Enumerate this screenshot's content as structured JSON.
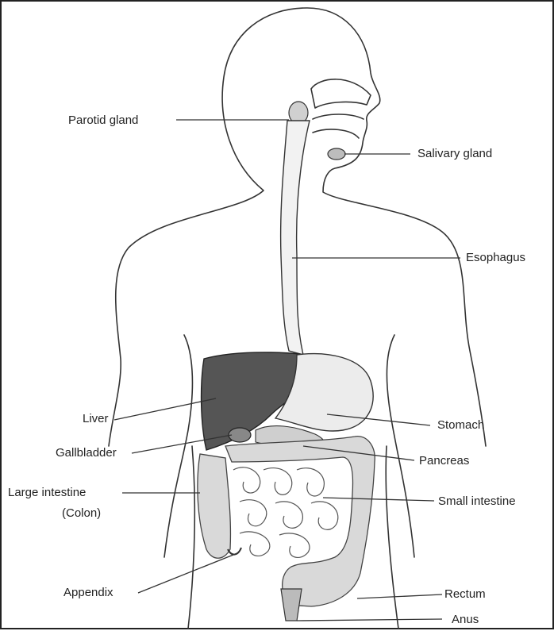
{
  "labels": {
    "parotid_gland": "Parotid gland",
    "salivary_gland": "Salivary gland",
    "esophagus": "Esophagus",
    "liver": "Liver",
    "gallbladder": "Gallbladder",
    "stomach": "Stomach",
    "pancreas": "Pancreas",
    "large_intestine": "Large intestine",
    "colon": "(Colon)",
    "small_intestine": "Small intestine",
    "appendix": "Appendix",
    "rectum": "Rectum",
    "anus": "Anus"
  },
  "colors": {
    "liver": "#555555",
    "stomach": "#ececec",
    "intestine": "#d9d9d9",
    "outline": "#333333"
  }
}
